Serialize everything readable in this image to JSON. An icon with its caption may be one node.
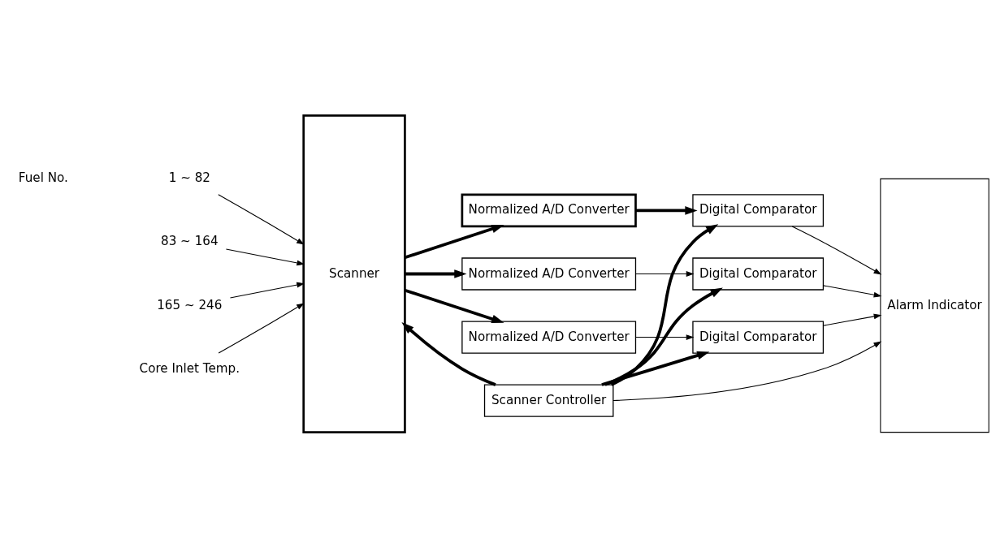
{
  "diagram": {
    "nodes": [
      {
        "text": [
          "Scanner"
        ]
      },
      {
        "text": [
          "Normalized A/D Converter"
        ]
      },
      {
        "text": [
          "Normalized A/D Converter"
        ]
      },
      {
        "text": [
          "Normalized A/D Converter"
        ]
      },
      {
        "text": [
          "Digital Comparator"
        ]
      },
      {
        "text": [
          "Digital Comparator"
        ]
      },
      {
        "text": [
          "Digital Comparator"
        ]
      },
      {
        "text": [
          "Alarm Indicator"
        ]
      },
      {
        "text": [
          "Scanner Controller"
        ]
      },
      {
        "text": [
          "1 ~ 82"
        ]
      },
      {
        "text": [
          "83 ~ 164"
        ]
      },
      {
        "text": [
          "165 ~ 246"
        ]
      },
      {
        "text": [
          "Core Inlet Temp."
        ]
      }
    ],
    "edges": [
      {
        "from": 9,
        "to": 0,
        "arrow": "to"
      },
      {
        "from": 10,
        "to": 0,
        "arrow": "to"
      },
      {
        "from": 11,
        "to": 0,
        "arrow": "to"
      },
      {
        "from": 12,
        "to": 0,
        "arrow": "to"
      },
      {
        "from": 0,
        "to": 1,
        "arrow": "to",
        "style": "thick"
      },
      {
        "from": 0,
        "to": 2,
        "arrow": "to",
        "style": "thick"
      },
      {
        "from": 0,
        "to": 3,
        "arrow": "to",
        "style": "thick"
      },
      {
        "from": 1,
        "to": 4,
        "arrow": "to",
        "style": "thick"
      },
      {
        "from": 2,
        "to": 5,
        "arrow": "to"
      },
      {
        "from": 3,
        "to": 6,
        "arrow": "to"
      },
      {
        "from": 4,
        "to": 7,
        "arrow": "to"
      },
      {
        "from": 5,
        "to": 7,
        "arrow": "to"
      },
      {
        "from": 6,
        "to": 7,
        "arrow": "to"
      },
      {
        "from": 8,
        "to": 0,
        "arrow": "to",
        "style": "thick"
      },
      {
        "from": 8,
        "to": 4,
        "arrow": "to",
        "style": "thick"
      },
      {
        "from": 8,
        "to": 5,
        "arrow": "to",
        "style": "thick"
      },
      {
        "from": 8,
        "to": 6,
        "arrow": "to",
        "style": "thick"
      },
      {
        "from": 8,
        "to": 7,
        "arrow": "to"
      }
    ],
    "labels": [
      "Fuel No."
    ]
  }
}
